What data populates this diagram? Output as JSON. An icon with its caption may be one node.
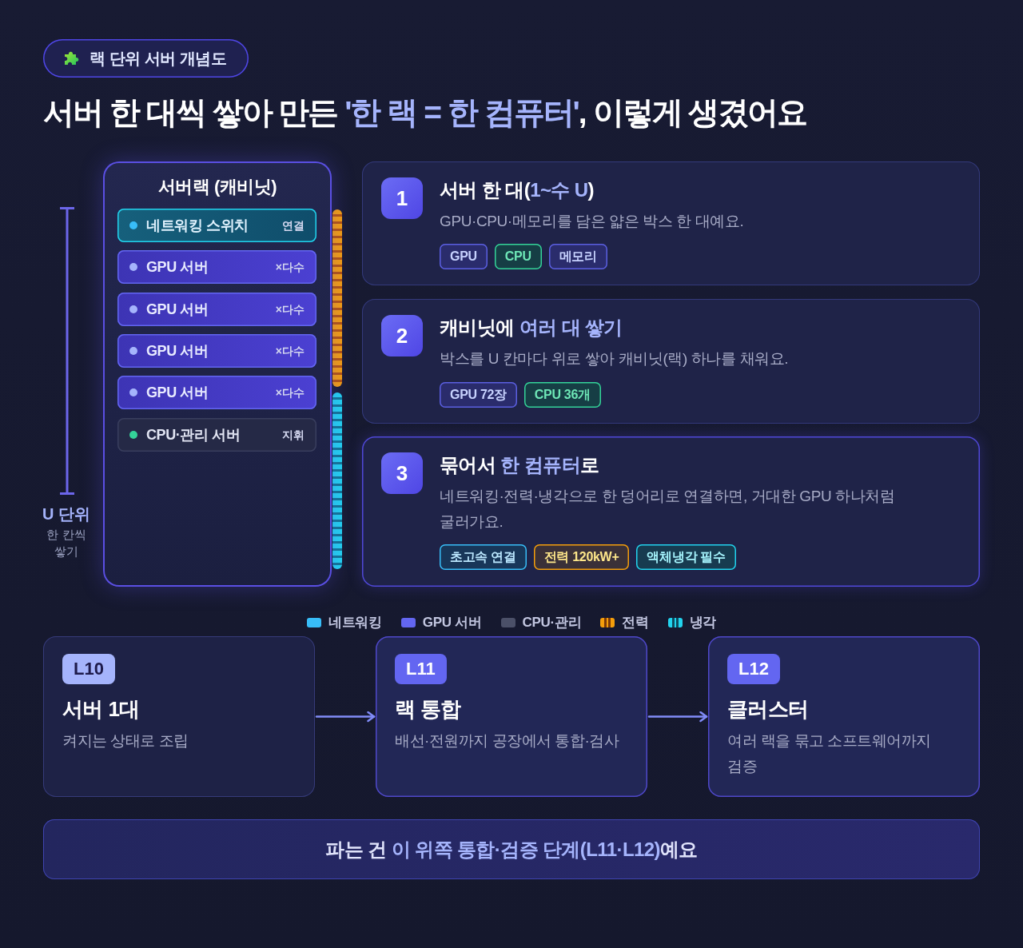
{
  "diagram": {
    "title": "서버 한 대씩 쌓아 만든 **'한 랙 = 한 컴퓨터'**, 이렇게 생겼어요",
    "nodes": [
      {
        "text": [
          "랙 단위 서버 개념도"
        ]
      },
      {
        "text": [
          "서버랙 (캐비닛)"
        ]
      },
      {
        "text": [
          "네트워킹 스위치",
          "연결"
        ],
        "in": 1
      },
      {
        "text": [
          "GPU 서버",
          "×다수"
        ],
        "in": 1
      },
      {
        "text": [
          "GPU 서버",
          "×다수"
        ],
        "in": 1
      },
      {
        "text": [
          "GPU 서버",
          "×다수"
        ],
        "in": 1
      },
      {
        "text": [
          "GPU 서버",
          "×다수"
        ],
        "in": 1
      },
      {
        "text": [
          "CPU·관리 서버",
          "지휘"
        ],
        "in": 1
      },
      {
        "text": [
          "서버 한 대(**1~수 U**)",
          "GPU·CPU·메모리를 담은 얇은 박스 한 대예요."
        ]
      },
      {
        "text": [
          "1"
        ],
        "in": 8
      },
      {
        "text": [
          "GPU"
        ],
        "in": 8
      },
      {
        "text": [
          "CPU"
        ],
        "in": 8
      },
      {
        "text": [
          "메모리"
        ],
        "in": 8
      },
      {
        "text": [
          "캐비닛에 **여러 대 쌓기**",
          "박스를 U 칸마다 위로 쌓아 캐비닛(랙) 하나를 채워요."
        ]
      },
      {
        "text": [
          "2"
        ],
        "in": 13
      },
      {
        "text": [
          "GPU 72장"
        ],
        "in": 13
      },
      {
        "text": [
          "CPU 36개"
        ],
        "in": 13
      },
      {
        "text": [
          "묶어서 **한 컴퓨터**로",
          "네트워킹·전력·냉각으로 한 덩어리로 연결하면, 거대한 GPU 하나처럼 굴러가요."
        ]
      },
      {
        "text": [
          "3"
        ],
        "in": 17
      },
      {
        "text": [
          "초고속 연결"
        ],
        "in": 17
      },
      {
        "text": [
          "전력 120kW+"
        ],
        "in": 17
      },
      {
        "text": [
          "액체냉각 필수"
        ],
        "in": 17
      },
      {
        "text": [
          "서버 1대",
          "켜지는 상태로 조립"
        ]
      },
      {
        "text": [
          "L10"
        ],
        "in": 22
      },
      {
        "text": [
          "랙 통합",
          "배선·전원까지 공장에서 통합·검사"
        ]
      },
      {
        "text": [
          "L11"
        ],
        "in": 24
      },
      {
        "text": [
          "클러스터",
          "여러 랙을 묶고 소프트웨어까지 검증"
        ]
      },
      {
        "text": [
          "L12"
        ],
        "in": 26
      },
      {
        "text": [
          "파는 건 **이 위쪽 통합·검증 단계(L11·L12)**예요"
        ]
      }
    ],
    "edges": [
      {
        "from": 22,
        "to": 24,
        "arrow": "to"
      },
      {
        "from": 24,
        "to": 26,
        "arrow": "to"
      }
    ],
    "labels": [
      "U 단위",
      "한 칸씩 쌓기"
    ],
    "legend": [
      {
        "text": "네트워킹",
        "color": "#38bdf8"
      },
      {
        "text": "GPU 서버",
        "color": "#6366f1"
      },
      {
        "text": "CPU·관리",
        "color": "#4b5068"
      },
      {
        "text": "전력",
        "color": "#f59e0b"
      },
      {
        "text": "냉각",
        "color": "#22d3ee"
      }
    ]
  }
}
